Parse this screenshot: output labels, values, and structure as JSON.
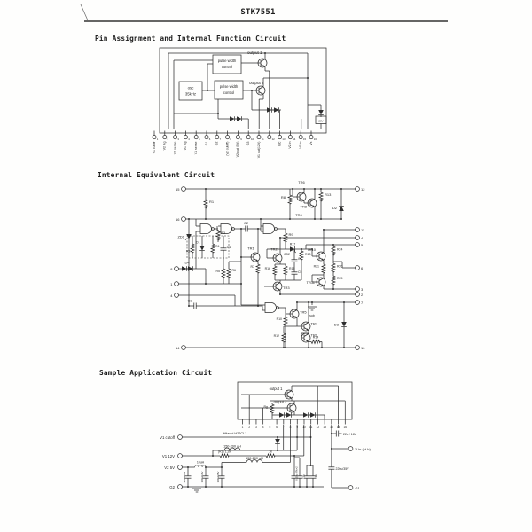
{
  "doc": {
    "title": "STK7551"
  },
  "headings": {
    "s1": "Pin Assignment and Internal Function Circuit",
    "s2": "Internal Equivalent Circuit",
    "s3": "Sample Application Circuit"
  },
  "fc": {
    "osc_l1": "osc",
    "osc_l2": "35kHz",
    "pwc1_l1": "pulse width",
    "pwc1_l2": "control",
    "pwc2_l1": "pulse width",
    "pwc2_l2": "control",
    "out1": "output 1",
    "out2": "output 2",
    "zd": "20V",
    "pins": [
      {
        "n": "1",
        "label": "V1 cutoff"
      },
      {
        "n": "2",
        "label": "V2 Rg"
      },
      {
        "n": "3",
        "label": "V2 sense"
      },
      {
        "n": "4",
        "label": "V1 Rg"
      },
      {
        "n": "5",
        "label": "V1 sense"
      },
      {
        "n": "6",
        "label": "G1"
      },
      {
        "n": "7",
        "label": "G2"
      },
      {
        "n": "8",
        "label": "(V2 cutoff)"
      },
      {
        "n": "9",
        "label": "V2 out (5V)"
      },
      {
        "n": "10",
        "label": "G3"
      },
      {
        "n": "11",
        "label": "V1 out(12V)"
      },
      {
        "n": "12",
        "label": ""
      },
      {
        "n": "13",
        "label": "NC"
      },
      {
        "n": "14",
        "label": "V2 in"
      },
      {
        "n": "15",
        "label": "V1 in"
      },
      {
        "n": "16",
        "label": "Vs"
      }
    ]
  },
  "eq": {
    "pl": [
      "15",
      "16",
      "8",
      "1",
      "4",
      "14"
    ],
    "pr": [
      "12",
      "11",
      "4",
      "5",
      "6",
      "3",
      "2",
      "7",
      "10"
    ],
    "lbl": {
      "r1": "R1",
      "tr6": "TR6",
      "tr8": "TR8",
      "tr4": "TR4",
      "r8": "R8",
      "r13": "R13",
      "d2": "D2",
      "zd1": "ZD1",
      "d1": "D1",
      "r2": "R2",
      "r4": "R4",
      "c1": "C1",
      "r3": "R3",
      "c2": "C2",
      "r9": "R9",
      "d4": "D4",
      "r5": "R5",
      "r6": "R6",
      "tr1": "TR1",
      "tr2": "TR2",
      "r7": "R7",
      "r15": "R15",
      "r16": "R16",
      "tr3": "TR3",
      "c4": "C4",
      "c5": "C5",
      "r17": "R17",
      "zd2": "ZD2",
      "r18": "R18",
      "tr10": "TR10",
      "r24": "R24",
      "r21": "R21",
      "r20": "R20",
      "tr11": "TR11",
      "r25": "R25",
      "sub": "sub",
      "c3": "C3",
      "r10": "R10",
      "tr5": "TR5",
      "tr7": "TR7",
      "tr9": "TR9",
      "r12": "R12",
      "r14": "R14",
      "d3": "D3"
    }
  },
  "app": {
    "out1": "output 1",
    "out2": "output 2",
    "rg": "Rg",
    "pins": [
      "1",
      "2",
      "3",
      "4",
      "5",
      "6",
      "7",
      "8",
      "9",
      "10",
      "11",
      "12",
      "13",
      "14",
      "15",
      "16"
    ],
    "terms": [
      "V1 cutoff",
      "V1 12V",
      "V2 5V",
      "G2"
    ],
    "diode": "Hitachi  H22CL1",
    "ind1": "150-200 uH",
    "ind2": "150-200 uH",
    "ind3": "10uH",
    "res1": "(R1) 1.2k",
    "res2": "1k",
    "cap1": "220u/16V",
    "cap2": "100u/16V",
    "cap3": "100u/25V",
    "cmid": "0.01u 47k×2",
    "c1u_a": "1u",
    "c1u_b": "1u",
    "cap4": "22u / 16V",
    "cap5": "220u/35V",
    "tvin": "V in (st-b)",
    "tg1": "G1"
  }
}
